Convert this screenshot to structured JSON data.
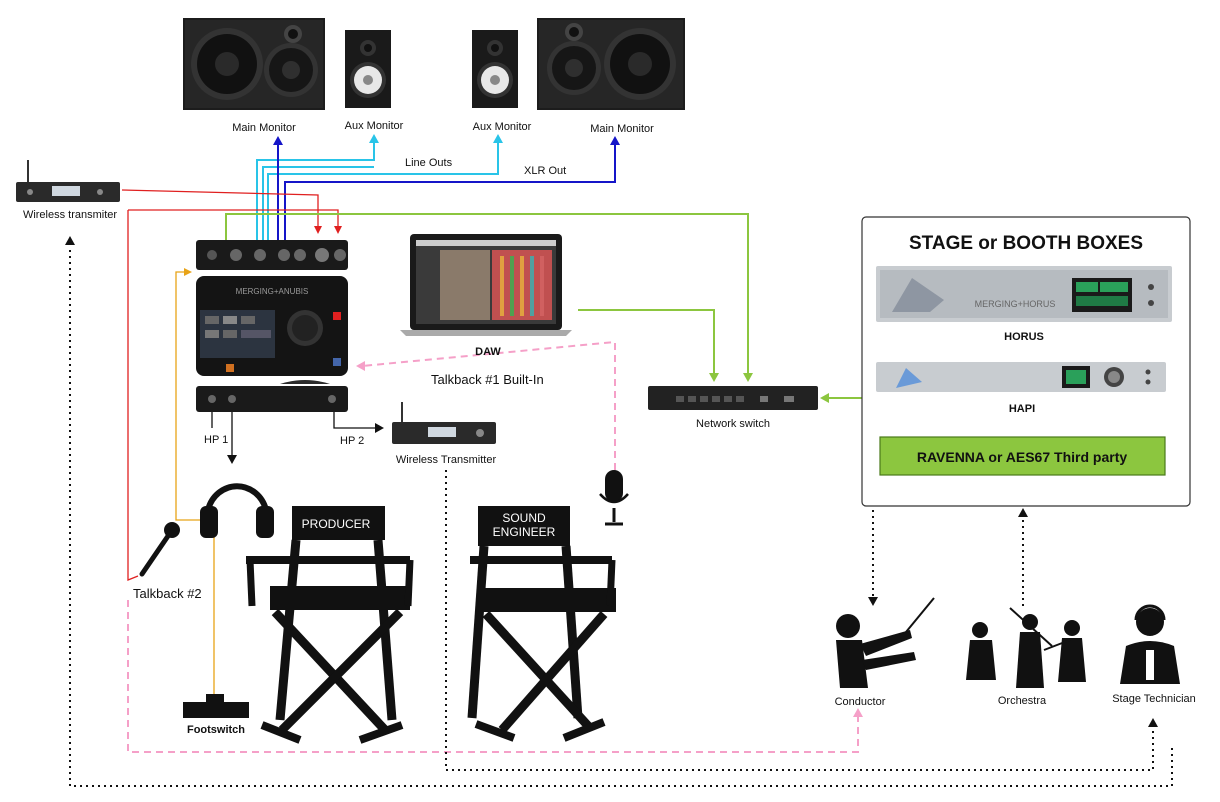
{
  "labels": {
    "main_monitor_left": "Main Monitor",
    "aux_monitor_left": "Aux Monitor",
    "aux_monitor_right": "Aux Monitor",
    "main_monitor_right": "Main Monitor",
    "line_outs": "Line Outs",
    "xlr_out": "XLR Out",
    "wireless_transmiter": "Wireless transmiter",
    "wireless_transmitter": "Wireless Transmitter",
    "daw": "DAW",
    "talkback1": "Talkback #1 Built-In",
    "network_switch": "Network switch",
    "hp1": "HP 1",
    "hp2": "HP 2",
    "producer": "PRODUCER",
    "sound_engineer_1": "SOUND",
    "sound_engineer_2": "ENGINEER",
    "talkback2": "Talkback #2",
    "footswitch": "Footswitch",
    "conductor": "Conductor",
    "orchestra": "Orchestra",
    "stage_technician": "Stage Technician"
  },
  "stage_box": {
    "title": "STAGE or BOOTH BOXES",
    "horus": "HORUS",
    "hapi": "HAPI",
    "third_party": "RAVENNA or AES67 Third party"
  },
  "device_text": {
    "horus_face": "MERGING+HORUS",
    "anubis_face": "MERGING+ANUBIS"
  },
  "colors": {
    "line_outs": "#29c4e8",
    "xlr_out": "#1515c8",
    "red": "#e02020",
    "green": "#8cc63f",
    "pink": "#f5a0c8",
    "orange": "#e8a317",
    "third_party_fill": "#8cc63f"
  }
}
